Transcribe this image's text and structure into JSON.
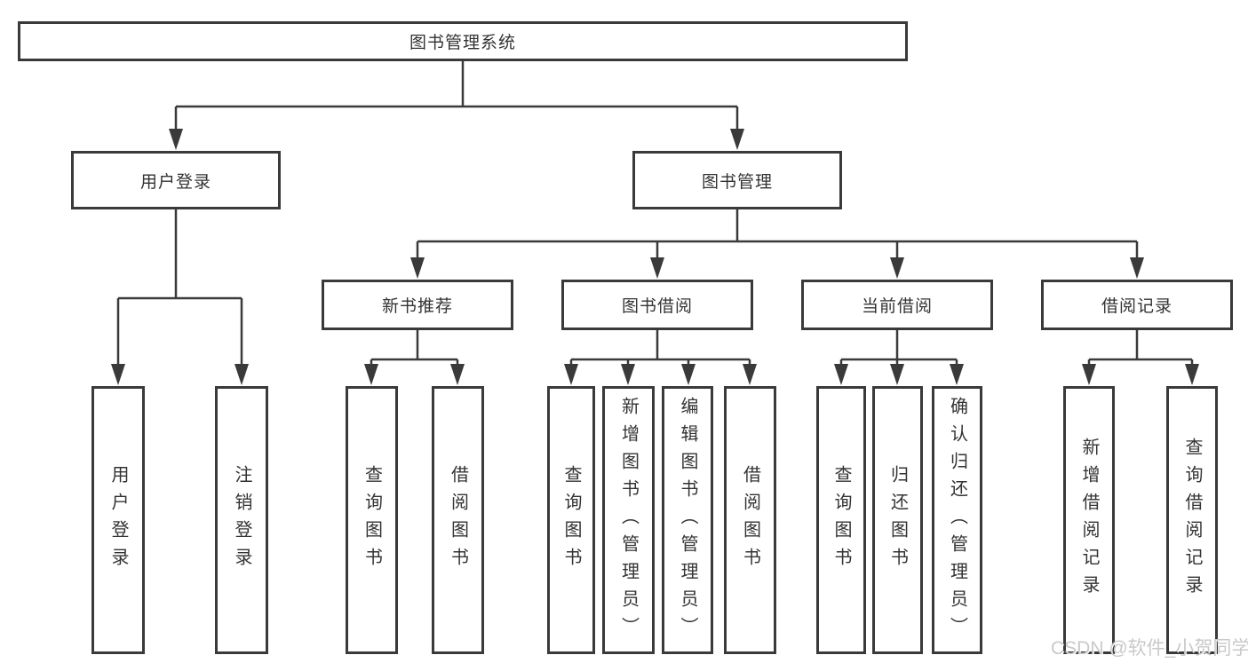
{
  "diagram": {
    "root": {
      "label": "图书管理系统"
    },
    "branches": [
      {
        "label": "用户登录",
        "children": [
          {
            "label": "用户登录"
          },
          {
            "label": "注销登录"
          }
        ]
      },
      {
        "label": "图书管理",
        "children": [
          {
            "label": "新书推荐",
            "children": [
              {
                "label": "查询图书"
              },
              {
                "label": "借阅图书"
              }
            ]
          },
          {
            "label": "图书借阅",
            "children": [
              {
                "label": "查询图书"
              },
              {
                "label": "新增图书（管理员）"
              },
              {
                "label": "编辑图书（管理员）"
              },
              {
                "label": "借阅图书"
              }
            ]
          },
          {
            "label": "当前借阅",
            "children": [
              {
                "label": "查询图书"
              },
              {
                "label": "归还图书"
              },
              {
                "label": "确认归还（管理员）"
              }
            ]
          },
          {
            "label": "借阅记录",
            "children": [
              {
                "label": "新增借阅记录"
              },
              {
                "label": "查询借阅记录"
              }
            ]
          }
        ]
      }
    ]
  },
  "watermark": {
    "text": "CSDN @软件_小贺同学"
  },
  "colors": {
    "line": "#3a3a3a",
    "box_border": "#3a3a3a",
    "text": "#333333",
    "background": "#ffffff",
    "watermark": "#c9c9c9"
  }
}
